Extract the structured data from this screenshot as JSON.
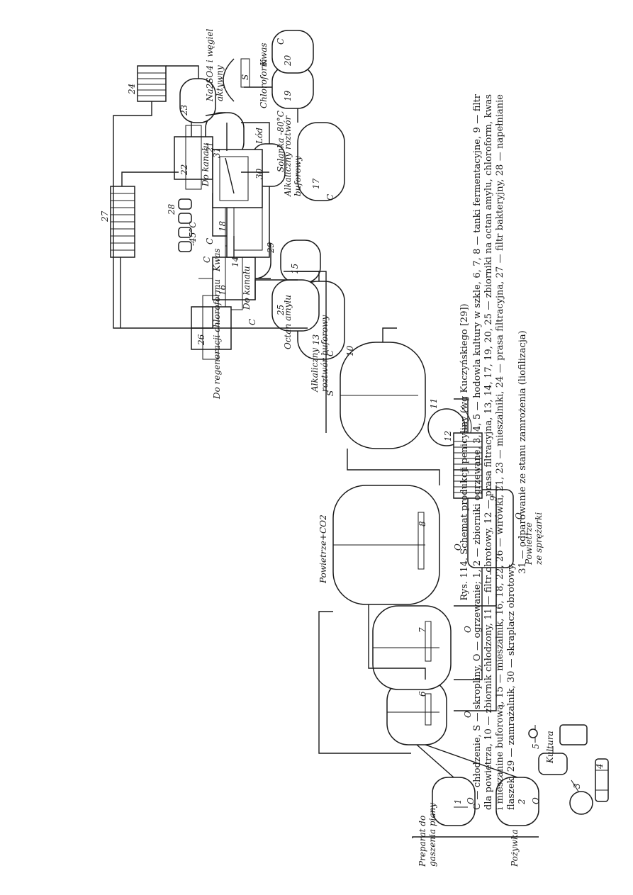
{
  "labels": {
    "preparat": [
      "Preparat do",
      "gaszenia piany"
    ],
    "pozywka": "Pożywka",
    "kultura": "Kultura",
    "powietrze_co2": "Powietrze+CO2",
    "powietrze_sprezarki": [
      "Powietrze",
      "ze sprężarki"
    ],
    "octan_amylu": "Octan amylu",
    "kwas1": "Kwas",
    "kwas2": "Kwas",
    "alkaliczny1": [
      "Alkaliczny roztwór",
      "buforowy"
    ],
    "alkaliczny2": [
      "Alkaliczny",
      "roztwór buforowy"
    ],
    "chloroform": "Chloroform",
    "na2so4": [
      "Na2SO4 i węgiel",
      "aktywny"
    ],
    "do_kanalu1": "Do kanału",
    "do_kanalu2": "Do kanału",
    "do_regeneracji": "Do regeneracji chloroformu",
    "solanka": "Solanka -80°C",
    "lod": "Lód",
    "temp45": "-45°C"
  },
  "letters": {
    "C": "C",
    "S": "S",
    "O": "O"
  },
  "numbers": [
    "1",
    "2",
    "3",
    "4",
    "5",
    "6",
    "7",
    "8",
    "9",
    "10",
    "11",
    "12",
    "13",
    "14",
    "15",
    "16",
    "17",
    "18",
    "19",
    "20",
    "21",
    "22",
    "23",
    "24",
    "25",
    "26",
    "27",
    "28",
    "29",
    "30",
    "31"
  ],
  "caption": {
    "title": "Rys. 114. Schemat produkcji penicyliny (wg Kuczyńskiego [29])",
    "legend": "C — chłodzenie, S — skropliny, O — ogrzewanie; 1, 2 — zbiorniki ogrzewane, 3, 4, 5 — hodowla kultury w szkle, 6, 7, 8 — tanki fermentacyjne, 9 — filtr dla powietrza, 10 — zbiornik chłodzony, 11 — filtr obrotowy, 12 — prasa filtracyjna, 13, 14, 17, 19, 20, 25 — zbiorniki na octan amylu, chloroform, kwas i mieszanine buforową, 15 — mieszalnik, 16, 18, 22, 26 — wirówki, 21, 23 — mieszalniki, 24 — prasa filtracyjna, 27 — filtr bakteryjny, 28 — napełnianie flaszek, 29 — zamrażalnik, 30 — skraplacz obrotowy,",
    "last": "31 — odparowanie ze stanu zamrożenia (liofilizacja)"
  }
}
